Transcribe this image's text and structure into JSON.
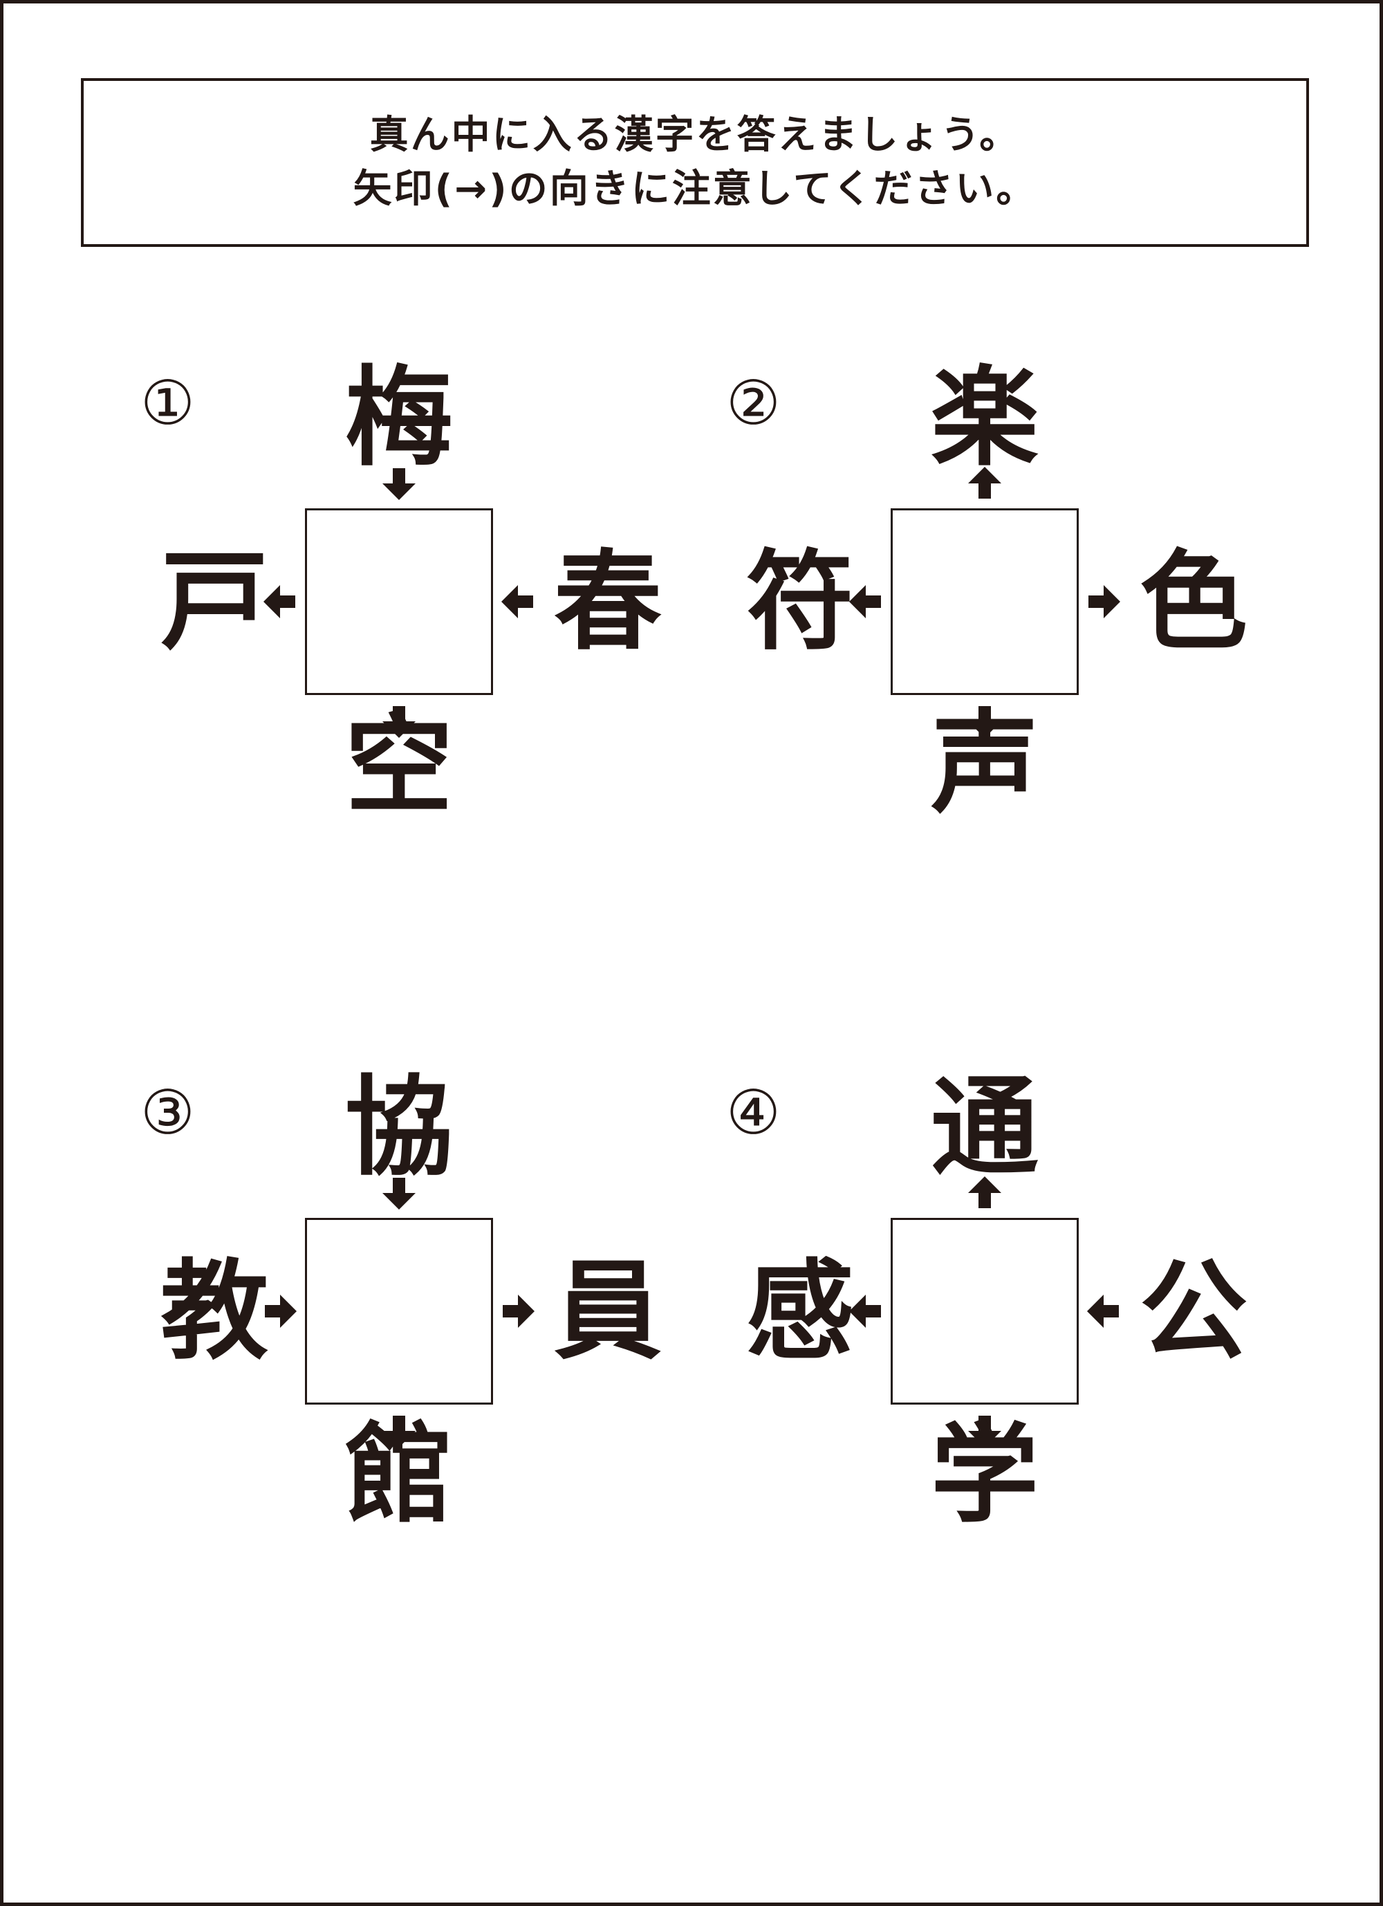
{
  "instructions": {
    "line1": "真ん中に入る漢字を答えましょう。",
    "line2": "矢印(→)の向きに注意してください。"
  },
  "colors": {
    "ink": "#231815",
    "background": "#ffffff"
  },
  "puzzles": [
    {
      "number": "①",
      "top": {
        "kanji": "梅",
        "arrow": "in"
      },
      "left": {
        "kanji": "戸",
        "arrow": "out"
      },
      "right": {
        "kanji": "春",
        "arrow": "in"
      },
      "bottom": {
        "kanji": "空",
        "arrow": "out"
      }
    },
    {
      "number": "②",
      "top": {
        "kanji": "楽",
        "arrow": "out"
      },
      "left": {
        "kanji": "符",
        "arrow": "out"
      },
      "right": {
        "kanji": "色",
        "arrow": "out"
      },
      "bottom": {
        "kanji": "声",
        "arrow": "out"
      }
    },
    {
      "number": "③",
      "top": {
        "kanji": "協",
        "arrow": "in"
      },
      "left": {
        "kanji": "教",
        "arrow": "in"
      },
      "right": {
        "kanji": "員",
        "arrow": "out"
      },
      "bottom": {
        "kanji": "館",
        "arrow": "out"
      }
    },
    {
      "number": "④",
      "top": {
        "kanji": "通",
        "arrow": "out"
      },
      "left": {
        "kanji": "感",
        "arrow": "out"
      },
      "right": {
        "kanji": "公",
        "arrow": "in"
      },
      "bottom": {
        "kanji": "学",
        "arrow": "out"
      }
    }
  ]
}
